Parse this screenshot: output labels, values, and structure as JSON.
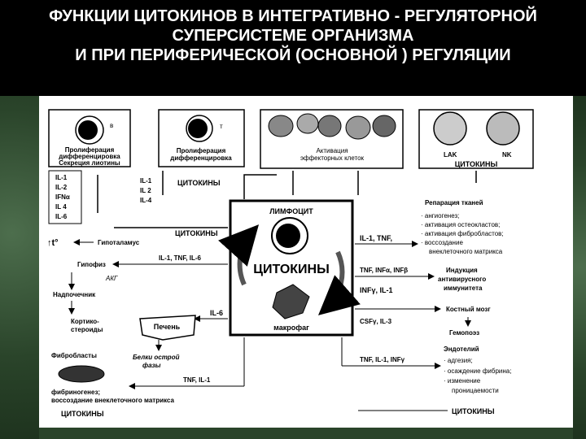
{
  "title": {
    "line1": "ФУНКЦИИ ЦИТОКИНОВ В ИНТЕГРАТИВНО - РЕГУЛЯТОРНОЙ",
    "line2": "СУПЕРСИСТЕМЕ ОРГАНИЗМА",
    "line3": "И ПРИ ПЕРИФЕРИЧЕСКОЙ (ОСНОВНОЙ ) РЕГУЛЯЦИИ"
  },
  "boxes": {
    "b_cell_letter": "в",
    "b_caption1": "Пролиферация",
    "b_caption2": "дифференцировка",
    "b_caption3": "Секреция лиотины",
    "t_cell_letter": "т",
    "t_caption1": "Пролиферация",
    "t_caption2": "дифференцировка",
    "eff_caption1": "Активация",
    "eff_caption2": "эффекторных клеток",
    "lak": "LAK",
    "nk": "NK",
    "nk_cytokines": "ЦИТОКИНЫ"
  },
  "left_list": [
    "IL-1",
    "IL-2",
    "IFNα",
    "IL 4",
    "IL-6"
  ],
  "mid_list": [
    "IL-1",
    "IL 2",
    "IL-4"
  ],
  "labels": {
    "cytokines_t": "ЦИТОКИНЫ",
    "cytokines_mid": "ЦИТОКИНЫ",
    "hypothalamus": "Гипоталамус",
    "temp": "↑t°",
    "il1_tnf_il6": "IL-1, TNF, IL-6",
    "hypophysis": "Гипофиз",
    "acth": "АКГ",
    "adrenal": "Надпочечник",
    "il6": "IL-6",
    "cortico1": "Кортико-",
    "cortico2": "стероиды",
    "liver": "Печень",
    "acute1": "Белки острой",
    "acute2": "фазы",
    "tnf_il1_bottom": "TNF, IL-1",
    "fibroblasts": "Фибробласты",
    "fib1": "фибриногенез;",
    "fib2": "воссоздание внеклеточного матрикса",
    "cytokines_bottom_left": "ЦИТОКИНЫ",
    "lymphocyte": "ЛИМФОЦИТ",
    "cytokines_center": "ЦИТОКИНЫ",
    "macrophage": "макрофаг",
    "r_il1_tnf": "IL-1, TNF,",
    "r_tnf_infa": "TNF, INFα, INFβ",
    "r_infg_il1": "INFγ, IL-1",
    "r_csf": "CSFγ, IL-3",
    "r_tnf_il1_infg": "TNF, IL-1, INFγ",
    "repair": "Репарация тканей",
    "repair1": "· ангиогенез;",
    "repair2": "· активация остеокластов;",
    "repair3": "· активация фибробластов;",
    "repair4": "· воссоздание",
    "repair5": "внеклеточного матрикса",
    "antiviral1": "Индукция",
    "antiviral2": "антивирусного",
    "antiviral3": "иммунитета",
    "bone_marrow": "Костный мозг",
    "hemopoiesis": "Гемопоэз",
    "endothelium": "Эндотелий",
    "endo1": "· адгезия;",
    "endo2": "· осаждение фибрина;",
    "endo3": "· изменение",
    "endo4": "проницаемости",
    "cytokines_bottom_right": "ЦИТОКИНЫ"
  }
}
